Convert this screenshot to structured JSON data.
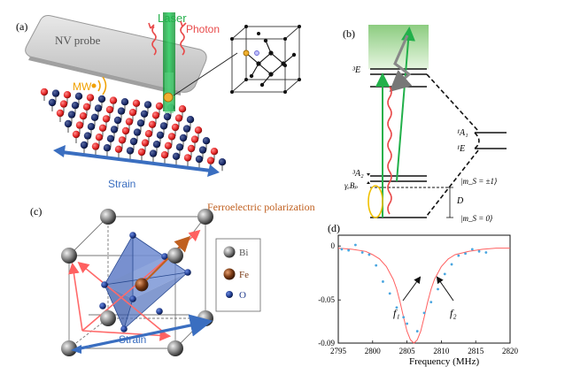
{
  "panel_a": {
    "label": "(a)",
    "laser": "Laser",
    "photon": "Photon",
    "probe": "NV probe",
    "mw": "MW",
    "strain": "Strain"
  },
  "panel_b": {
    "label": "(b)",
    "E3": "³E",
    "A1": "¹A₁",
    "E1": "¹E",
    "A2": "³A₂",
    "gamma": "γₑBₚ",
    "ms_pm1": "|m_S = ±1⟩",
    "D": "D",
    "ms_0": "|m_S = 0⟩"
  },
  "panel_c": {
    "label": "(c)",
    "ferro": "Ferroelectric polarization",
    "strain": "Strain",
    "legend": [
      {
        "name": "Bi",
        "color": "#8c8c8c"
      },
      {
        "name": "Fe",
        "color": "#7a3a14"
      },
      {
        "name": "O",
        "color": "#1f3a8c"
      }
    ]
  },
  "colors": {
    "red_atom": "#e02020",
    "blue_atom": "#1a2a6a",
    "laser_green": "#22b04a",
    "photon_red": "#e84a4a",
    "mw_orange": "#f0a000",
    "strain_blue": "#3a6ec0",
    "fit_red": "#ff6060",
    "data_blue": "#4aa6e0",
    "ferro_orange": "#c06020"
  },
  "chart_data": {
    "type": "scatter",
    "panel_label": "(d)",
    "xlabel": "Frequency (MHz)",
    "ylabel": "",
    "xlim": [
      2795,
      2820
    ],
    "ylim": [
      -0.09,
      0.01
    ],
    "xticks": [
      "2795",
      "2800",
      "2805",
      "2810",
      "2815",
      "2820"
    ],
    "yticks": [
      "0",
      "-0.05",
      "-0.09"
    ],
    "annotations": [
      "f₁",
      "f₂"
    ],
    "series": [
      {
        "kind": "points",
        "x": [
          2795.5,
          2796.5,
          2797.5,
          2798.5,
          2799.5,
          2800.5,
          2801.5,
          2802.5,
          2803.5,
          2804.5,
          2805.0,
          2806.5,
          2807.5,
          2808.5,
          2809.5,
          2810.5,
          2811.5,
          2812.5,
          2813.5,
          2814.5,
          2815.5,
          2816.5
        ],
        "y": [
          -0.003,
          -0.004,
          0.001,
          -0.006,
          -0.008,
          -0.018,
          -0.033,
          -0.044,
          -0.057,
          -0.066,
          -0.072,
          -0.079,
          -0.062,
          -0.052,
          -0.04,
          -0.026,
          -0.017,
          -0.009,
          -0.007,
          -0.003,
          -0.005,
          -0.006
        ]
      },
      {
        "kind": "fit",
        "x": [
          2795,
          2797,
          2799,
          2800,
          2801,
          2802,
          2803,
          2803.5,
          2804,
          2804.5,
          2805,
          2805.5,
          2806,
          2806.5,
          2807,
          2807.5,
          2808,
          2808.5,
          2809,
          2810,
          2811,
          2812,
          2814,
          2816,
          2818,
          2820
        ],
        "y": [
          -0.002,
          -0.003,
          -0.005,
          -0.008,
          -0.012,
          -0.019,
          -0.031,
          -0.04,
          -0.052,
          -0.066,
          -0.079,
          -0.087,
          -0.09,
          -0.087,
          -0.079,
          -0.066,
          -0.052,
          -0.04,
          -0.031,
          -0.019,
          -0.012,
          -0.008,
          -0.005,
          -0.003,
          -0.002,
          -0.002
        ]
      }
    ]
  }
}
